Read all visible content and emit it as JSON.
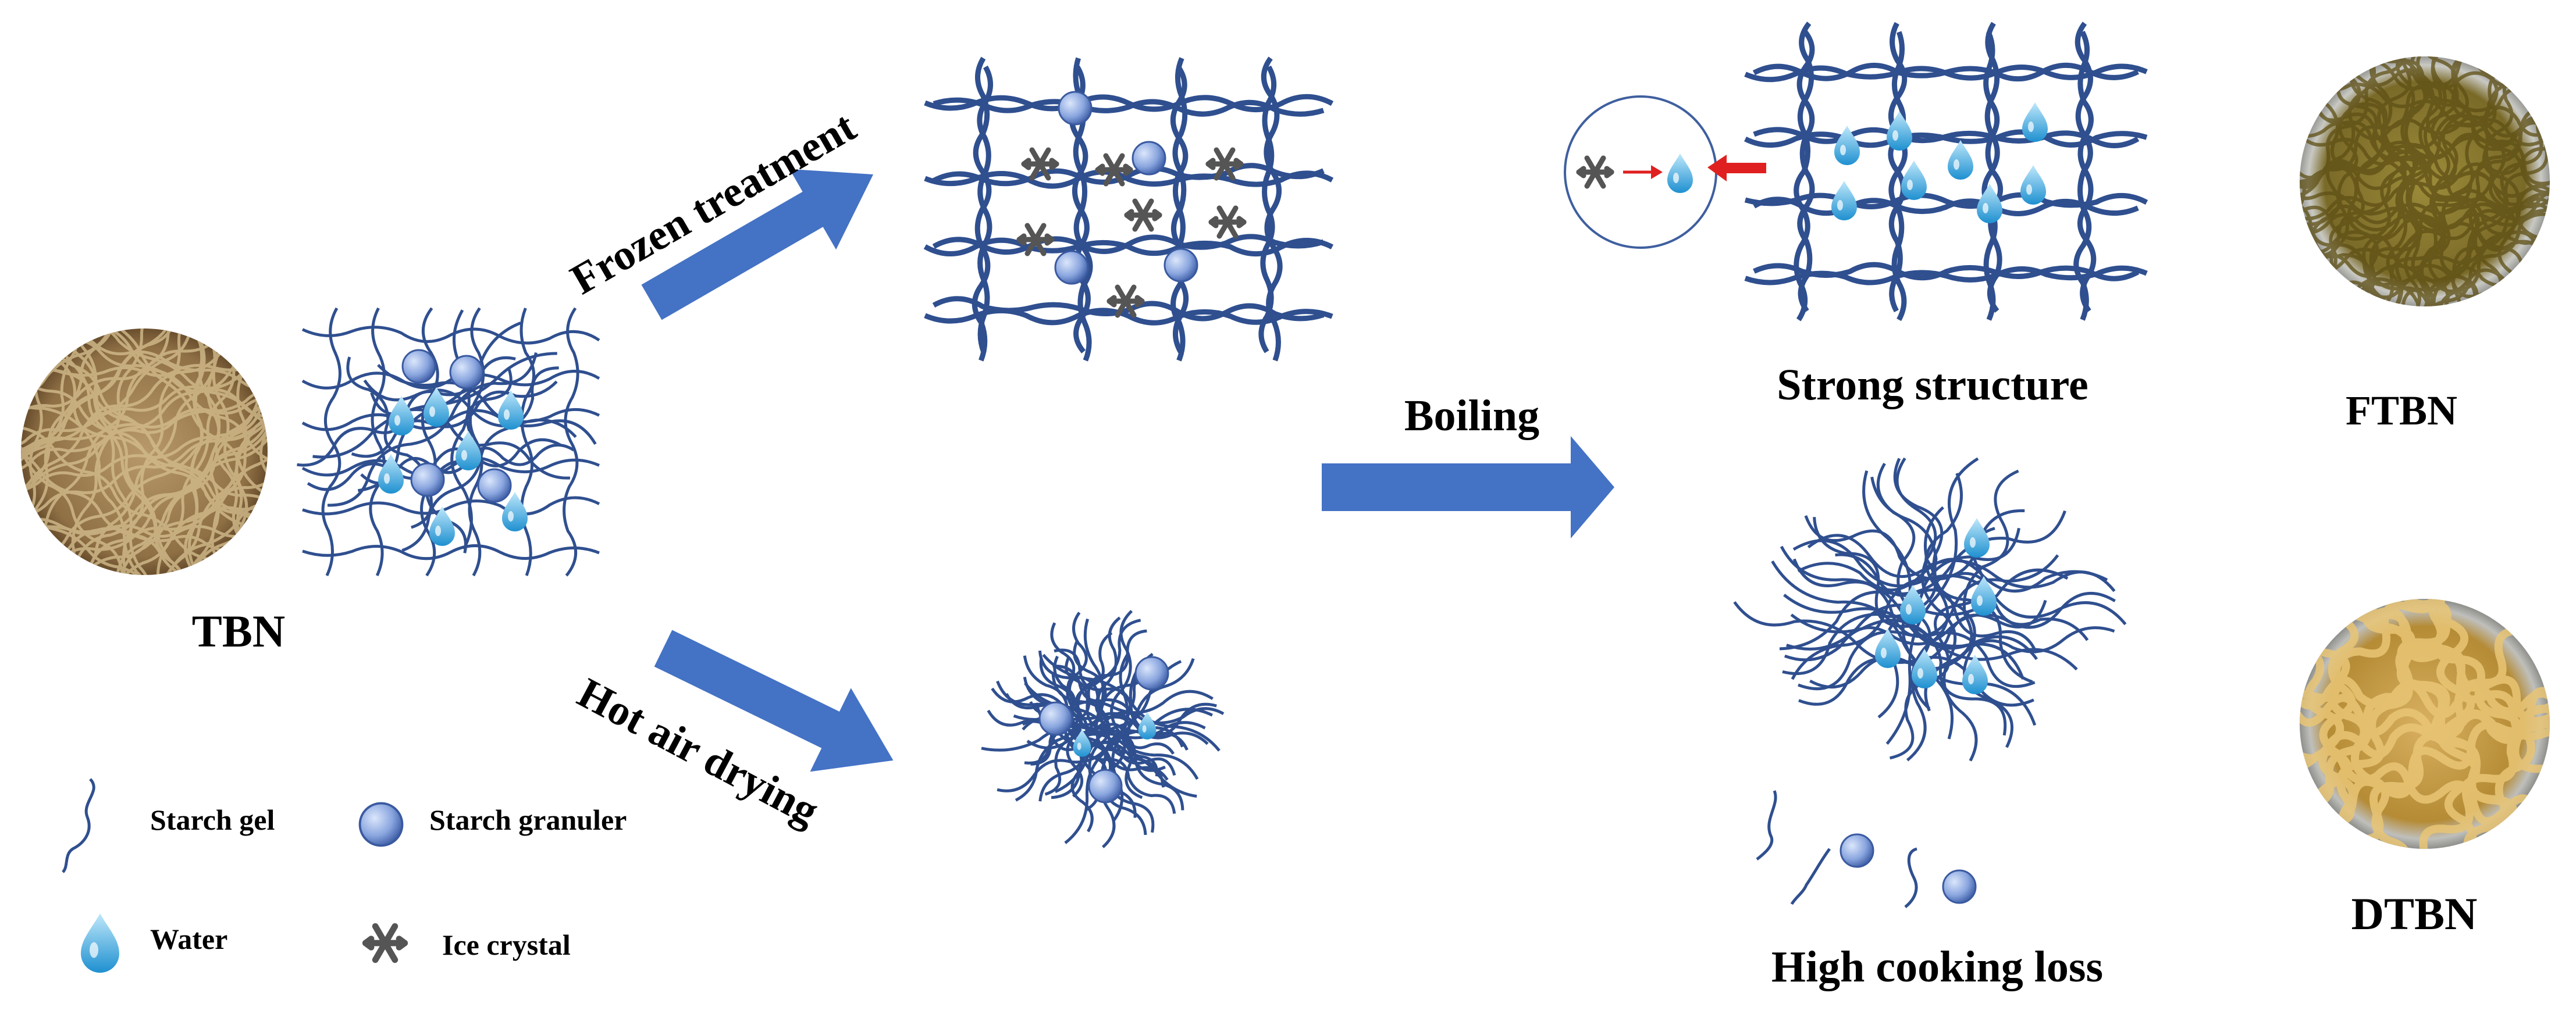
{
  "labels": {
    "tbn": "TBN",
    "frozen": "Frozen treatment",
    "hot_air": "Hot air drying",
    "boiling": "Boiling",
    "strong": "Strong structure",
    "high_loss": "High cooking loss",
    "ftbn": "FTBN",
    "dtbn": "DTBN"
  },
  "legend": {
    "starch_gel": "Starch gel",
    "starch_granule": "Starch granuler",
    "water": "Water",
    "ice_crystal": "Ice crystal"
  },
  "colors": {
    "arrow": "#4472C4",
    "fiber": "#2F4F8F",
    "granule": "#7F9FD9",
    "water": "#37A9E0",
    "ice": "#555555",
    "red_arrow": "#E02020",
    "photo_beige": "#A0825A",
    "photo_olive": "#8A7A30",
    "photo_yellow": "#C8A040"
  }
}
